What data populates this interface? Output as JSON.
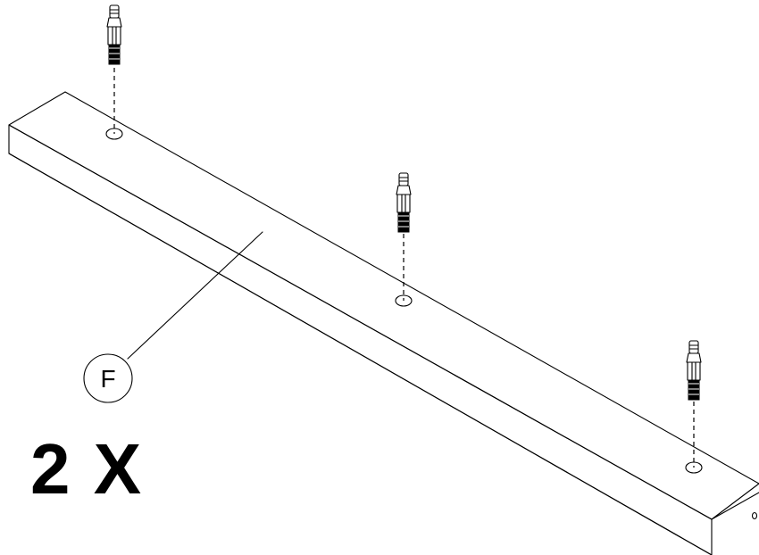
{
  "part_label": "F",
  "quantity_label": "2 X",
  "dowel_count": 3
}
